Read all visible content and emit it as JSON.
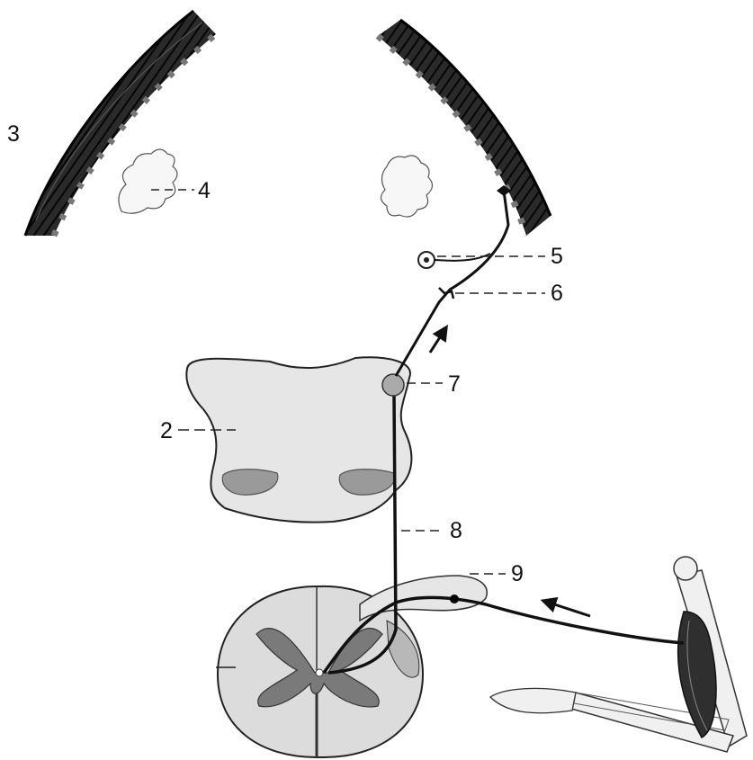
{
  "labels": {
    "l2": "2",
    "l3": "3",
    "l4": "4",
    "l5": "5",
    "l6": "6",
    "l7": "7",
    "l8": "8",
    "l9": "9"
  },
  "colors": {
    "cortex": "#1c1c1c",
    "tract": "#111111",
    "brainstem": "#e6e6e6",
    "spinal_gray": "#7a7a7a"
  }
}
